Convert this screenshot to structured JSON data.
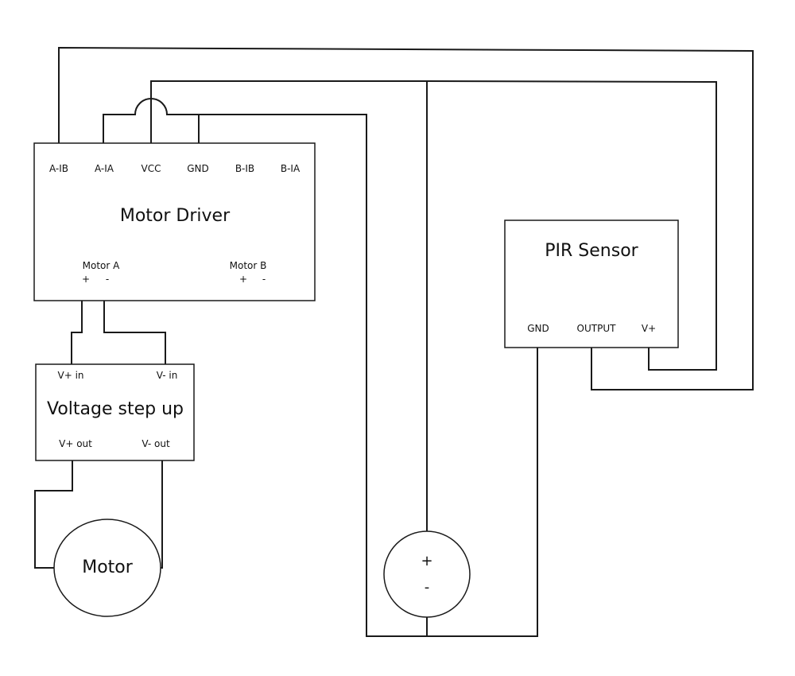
{
  "diagram": {
    "type": "wiring-schematic",
    "components": {
      "motor_driver": {
        "title": "Motor Driver",
        "top_pins": [
          "A-IB",
          "A-IA",
          "VCC",
          "GND",
          "B-IB",
          "B-IA"
        ],
        "motor_a": {
          "label": "Motor A",
          "plus": "+",
          "minus": "-"
        },
        "motor_b": {
          "label": "Motor B",
          "plus": "+",
          "minus": "-"
        }
      },
      "voltage_step_up": {
        "title": "Voltage step up",
        "vin_plus": "V+ in",
        "vin_minus": "V- in",
        "vout_plus": "V+ out",
        "vout_minus": "V- out"
      },
      "motor": {
        "title": "Motor"
      },
      "battery": {
        "plus": "+",
        "minus": "-"
      },
      "pir_sensor": {
        "title": "PIR Sensor",
        "pins": [
          "GND",
          "OUTPUT",
          "V+"
        ]
      }
    },
    "connections": [
      {
        "from": "Motor Driver A-IB",
        "to": "PIR Sensor OUTPUT"
      },
      {
        "from": "Motor Driver A-IA",
        "to": "Battery -"
      },
      {
        "from": "Motor Driver GND",
        "to": "Battery -"
      },
      {
        "from": "Motor Driver VCC",
        "to": "Battery +"
      },
      {
        "from": "Motor Driver VCC",
        "to": "PIR Sensor V+"
      },
      {
        "from": "Battery -",
        "to": "PIR Sensor GND"
      },
      {
        "from": "Motor A +",
        "to": "Voltage step up V+ in"
      },
      {
        "from": "Motor A -",
        "to": "Voltage step up V- in"
      },
      {
        "from": "Voltage step up V+ out",
        "to": "Motor"
      },
      {
        "from": "Voltage step up V- out",
        "to": "Motor"
      }
    ]
  }
}
